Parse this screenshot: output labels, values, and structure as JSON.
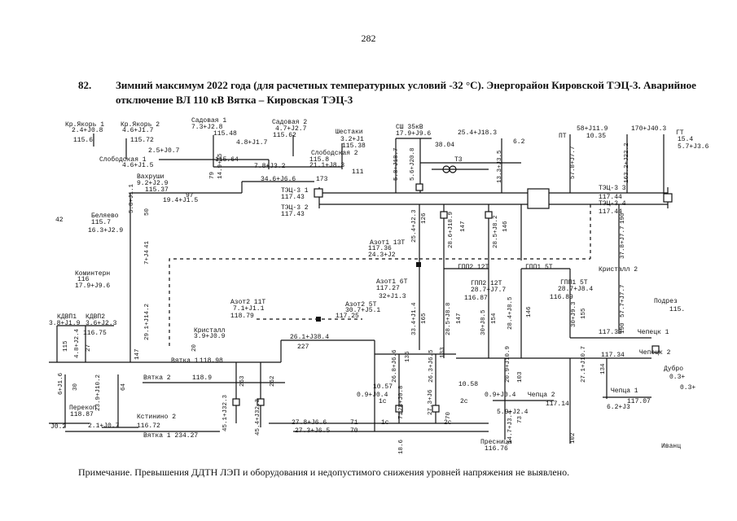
{
  "page": {
    "page_number": "282",
    "heading_number": "82.",
    "heading_text": "Зимний максимум 2022 года (для расчетных температурных условий -32 °С). Энергорайон Кировской ТЭЦ-3. Аварийное отключение ВЛ 110 кВ Вятка – Кировская ТЭЦ-3",
    "note": "Примечание. Превышения ДДТН ЛЭП и оборудования и недопустимого снижения уровней напряжения не выявлено."
  },
  "diagram": {
    "labels": [
      {
        "id": "kr_yakor1",
        "text": "Кр.Якорь 1"
      },
      {
        "id": "kr_yakor1_load",
        "text": "2.4+J0.8"
      },
      {
        "id": "kr_yakor1_u",
        "text": "115.6"
      },
      {
        "id": "kr_yakor2",
        "text": "Кр.Якорь 2"
      },
      {
        "id": "kr_yakor2_load",
        "text": "4.6+J1.7"
      },
      {
        "id": "kr_yakor2_u",
        "text": "115.72"
      },
      {
        "id": "sadovaya1",
        "text": "Садовая 1"
      },
      {
        "id": "sadovaya1_load",
        "text": "7.3+J2.8"
      },
      {
        "id": "sadovaya1_u",
        "text": "115.48"
      },
      {
        "id": "sadovaya2",
        "text": "Садовая 2"
      },
      {
        "id": "sadovaya2_load",
        "text": "4.7+J2.7"
      },
      {
        "id": "sadovaya2_u",
        "text": "115.62"
      },
      {
        "id": "shestaki",
        "text": "Шестаки"
      },
      {
        "id": "shestaki_load",
        "text": "3.2+J1"
      },
      {
        "id": "shestaki_u",
        "text": "115.38"
      },
      {
        "id": "shch",
        "text": "СШ 35кВ"
      },
      {
        "id": "shch_load",
        "text": "17.9+J9.6"
      },
      {
        "id": "shch_38",
        "text": "38.04"
      },
      {
        "id": "flow_254",
        "text": "25.4+J18.3"
      },
      {
        "id": "val_62",
        "text": "6.2"
      },
      {
        "id": "t3",
        "text": "Т3"
      },
      {
        "id": "pt_load",
        "text": "58+J11.9"
      },
      {
        "id": "pt",
        "text": "ПТ"
      },
      {
        "id": "pt_u",
        "text": "10.35"
      },
      {
        "id": "gt_load",
        "text": "170+J40.3"
      },
      {
        "id": "gt",
        "text": "ГТ"
      },
      {
        "id": "gt_u",
        "text": "15.4"
      },
      {
        "id": "gt_flow",
        "text": "5.7+J3.6"
      },
      {
        "id": "flow_25",
        "text": "2.5+J0.7"
      },
      {
        "id": "flow_48",
        "text": "4.8+J1.7"
      },
      {
        "id": "slobodskaya1",
        "text": "Слободская 1"
      },
      {
        "id": "slobodskaya1_load",
        "text": "4.6+J1.5"
      },
      {
        "id": "u_11564",
        "text": "115.64"
      },
      {
        "id": "flow_78",
        "text": "7.8+J3.2"
      },
      {
        "id": "slobodskaya2",
        "text": "Слободская 2"
      },
      {
        "id": "slobodskaya2_u",
        "text": "115.8"
      },
      {
        "id": "flow_211",
        "text": "21.1+J8.3"
      },
      {
        "id": "val_111",
        "text": "111"
      },
      {
        "id": "v_149",
        "text": "14.9+J5"
      },
      {
        "id": "v_79",
        "text": "79"
      },
      {
        "id": "vakhrushi",
        "text": "Вахруши"
      },
      {
        "id": "vakhrushi_load",
        "text": "9.2+J2.9"
      },
      {
        "id": "vakhrushi_u",
        "text": "115.37"
      },
      {
        "id": "val_97",
        "text": "97"
      },
      {
        "id": "flow_194",
        "text": "19.4+J1.5"
      },
      {
        "id": "flow_346",
        "text": "34.6+J6.6"
      },
      {
        "id": "val_173",
        "text": "173"
      },
      {
        "id": "tec3_1",
        "text": "ТЭЦ-3 1"
      },
      {
        "id": "tec3_1_u",
        "text": "117.43"
      },
      {
        "id": "tec3_2",
        "text": "ТЭЦ-3 2"
      },
      {
        "id": "tec3_2_u",
        "text": "117.43"
      },
      {
        "id": "tec3_3",
        "text": "ТЭЦ-3 3"
      },
      {
        "id": "tec3_3_u",
        "text": "117.44"
      },
      {
        "id": "tec3_4",
        "text": "ТЭЦ-3 4"
      },
      {
        "id": "tec3_4_u",
        "text": "117.44"
      },
      {
        "id": "v_58",
        "text": "5.8+J18.7"
      },
      {
        "id": "v_56",
        "text": "5.6+J20.8"
      },
      {
        "id": "v_133",
        "text": "13.3+J3.5"
      },
      {
        "id": "v_57",
        "text": "57.8+J7.7"
      },
      {
        "id": "v_1632",
        "text": "163.2+J22.2"
      },
      {
        "id": "num_42",
        "text": "42"
      },
      {
        "id": "v_58b",
        "text": "5.8+J1.1"
      },
      {
        "id": "v_50",
        "text": "50"
      },
      {
        "id": "belyaevo",
        "text": "Беляево"
      },
      {
        "id": "belyaevo_u",
        "text": "115.7"
      },
      {
        "id": "belyaevo_load",
        "text": "16.3+J2.9"
      },
      {
        "id": "v_41",
        "text": "41"
      },
      {
        "id": "v_74",
        "text": "7+J4"
      },
      {
        "id": "v_254",
        "text": "25.4+J2.3"
      },
      {
        "id": "v_126",
        "text": "126"
      },
      {
        "id": "v_286",
        "text": "28.6+J18.9"
      },
      {
        "id": "v_147",
        "text": "147"
      },
      {
        "id": "v_285",
        "text": "28.5+J8.2"
      },
      {
        "id": "v_146",
        "text": "146"
      },
      {
        "id": "v_190",
        "text": "190"
      },
      {
        "id": "v_378",
        "text": "37.8+J7.7"
      },
      {
        "id": "azot1_13t",
        "text": "Азот1 13Т"
      },
      {
        "id": "azot1_13t_u",
        "text": "117.36"
      },
      {
        "id": "azot1_13t_load",
        "text": "24.3+J2"
      },
      {
        "id": "gpp2_12t",
        "text": "ГПП2 12Т"
      },
      {
        "id": "gpp1_5t",
        "text": "ГПП1 5Т"
      },
      {
        "id": "kristall2",
        "text": "Кристалл 2"
      },
      {
        "id": "kominterny",
        "text": "Коминтерн"
      },
      {
        "id": "kominterny_u",
        "text": "116"
      },
      {
        "id": "kominterny_load",
        "text": "17.9+J9.6"
      },
      {
        "id": "azot1_6t",
        "text": "Азот1 6Т"
      },
      {
        "id": "azot1_6t_u",
        "text": "117.27"
      },
      {
        "id": "azot1_6t_load",
        "text": "32+J1.3"
      },
      {
        "id": "gpp2_12t_b",
        "text": "ГПП2 12Т"
      },
      {
        "id": "gpp2_12t_b_load",
        "text": "28.7+J7.7"
      },
      {
        "id": "gpp2_12t_b_u",
        "text": "116.87"
      },
      {
        "id": "gpp1_5t_b",
        "text": "ГПП1 5Т"
      },
      {
        "id": "gpp1_5t_b_load",
        "text": "28.7+J8.4"
      },
      {
        "id": "gpp1_5t_b_u",
        "text": "116.89"
      },
      {
        "id": "podrez",
        "text": "Подрез"
      },
      {
        "id": "podrez_u",
        "text": "115."
      },
      {
        "id": "v_577",
        "text": "57.7+J7.7"
      },
      {
        "id": "kdvp1",
        "text": "КДВП1"
      },
      {
        "id": "kdvp2",
        "text": "КДВП2"
      },
      {
        "id": "kdvp_load1",
        "text": "3.8+J1.9"
      },
      {
        "id": "kdvp_load2",
        "text": "3.6+J2.3"
      },
      {
        "id": "kdvp_u",
        "text": "116.75"
      },
      {
        "id": "v_115",
        "text": "115"
      },
      {
        "id": "v_48",
        "text": "4.8+J2.4"
      },
      {
        "id": "v_27",
        "text": "27"
      },
      {
        "id": "v_147b",
        "text": "147"
      },
      {
        "id": "v_29",
        "text": "29.1+J14.2"
      },
      {
        "id": "azot2_11t",
        "text": "Азот2 11Т"
      },
      {
        "id": "azot2_11t_load",
        "text": "7.1+J1.1"
      },
      {
        "id": "azot2_11t_u",
        "text": "118.79"
      },
      {
        "id": "azot2_5t",
        "text": "Азот2 5Т"
      },
      {
        "id": "azot2_5t_load",
        "text": "30.7+J5.1"
      },
      {
        "id": "azot2_5t_u",
        "text": "117.25"
      },
      {
        "id": "v_334",
        "text": "33.4+J1.4"
      },
      {
        "id": "v_165",
        "text": "165"
      },
      {
        "id": "v_285b",
        "text": "28.5+J8.8"
      },
      {
        "id": "v_147c",
        "text": "147"
      },
      {
        "id": "v_301",
        "text": "30+J8.5"
      },
      {
        "id": "v_154",
        "text": "154"
      },
      {
        "id": "v_284",
        "text": "28.4+J8.5"
      },
      {
        "id": "v_146b",
        "text": "146"
      },
      {
        "id": "v_309",
        "text": "30+J9.3"
      },
      {
        "id": "v_155",
        "text": "155"
      },
      {
        "id": "u_11733",
        "text": "117.33"
      },
      {
        "id": "v_190b",
        "text": "190"
      },
      {
        "id": "chepetsk1",
        "text": "Чепецк 1"
      },
      {
        "id": "kristall",
        "text": "Кристалл"
      },
      {
        "id": "kristall_load",
        "text": "3.9+J0.9"
      },
      {
        "id": "v_20",
        "text": "20"
      },
      {
        "id": "flow_261",
        "text": "26.1+J38.4"
      },
      {
        "id": "val_227",
        "text": "227"
      },
      {
        "id": "vyatka1",
        "text": "Вятка 1"
      },
      {
        "id": "vyatka1_u",
        "text": "118.98"
      },
      {
        "id": "v_136",
        "text": "136"
      },
      {
        "id": "v_133b",
        "text": "133"
      },
      {
        "id": "u_11734",
        "text": "117.34"
      },
      {
        "id": "chepetsk2",
        "text": "Чепецк 2"
      },
      {
        "id": "dubrovo",
        "text": "Дубро"
      },
      {
        "id": "dubrovo_load",
        "text": "0.3+"
      },
      {
        "id": "v_61",
        "text": "6+J1.6"
      },
      {
        "id": "v_30",
        "text": "30"
      },
      {
        "id": "v_239",
        "text": "23.9+J10.2"
      },
      {
        "id": "v_64",
        "text": "64"
      },
      {
        "id": "vyatka2",
        "text": "Вятка 2"
      },
      {
        "id": "vyatka2_u",
        "text": "118.9"
      },
      {
        "id": "v_263",
        "text": "263"
      },
      {
        "id": "v_262",
        "text": "262"
      },
      {
        "id": "v_268",
        "text": "26.8+J6.6"
      },
      {
        "id": "v_263b",
        "text": "26.3+J6.5"
      },
      {
        "id": "v_209",
        "text": "20.9+J10.9"
      },
      {
        "id": "v_103",
        "text": "103"
      },
      {
        "id": "v_271",
        "text": "27.1+J10.7"
      },
      {
        "id": "v_134",
        "text": "134"
      },
      {
        "id": "u_1057",
        "text": "10.57"
      },
      {
        "id": "flow_09a",
        "text": "0.9+J0.4"
      },
      {
        "id": "val_1c",
        "text": "1с"
      },
      {
        "id": "u_1058",
        "text": "10.58"
      },
      {
        "id": "flow_09b",
        "text": "0.9+J0.4"
      },
      {
        "id": "val_2c",
        "text": "2с"
      },
      {
        "id": "chepets2",
        "text": "Чепца 2"
      },
      {
        "id": "chepets2_u",
        "text": "117.14"
      },
      {
        "id": "chepets1",
        "text": "Чепца 1"
      },
      {
        "id": "chepets1_u",
        "text": "117.07"
      },
      {
        "id": "chepets1_load",
        "text": "6.2+J3"
      },
      {
        "id": "dubrovo_load2",
        "text": "0.3+"
      },
      {
        "id": "perekop",
        "text": "Перекоп"
      },
      {
        "id": "perekop_u",
        "text": "118.87"
      },
      {
        "id": "perekop_load",
        "text": "J0.2"
      },
      {
        "id": "kstinino2",
        "text": "Кстинино 2"
      },
      {
        "id": "kstinino2_load",
        "text": "2.1+J0.7"
      },
      {
        "id": "kstinino2_u",
        "text": "116.72"
      },
      {
        "id": "v_451",
        "text": "45.1+J32.3"
      },
      {
        "id": "v_454",
        "text": "45.4+J32.3"
      },
      {
        "id": "v_281",
        "text": "28+J0.8"
      },
      {
        "id": "v_71",
        "text": "71"
      },
      {
        "id": "v_273",
        "text": "27.3+J6"
      },
      {
        "id": "v_70",
        "text": "70"
      },
      {
        "id": "val_1c2",
        "text": "1с"
      },
      {
        "id": "val_2c2",
        "text": "2с"
      },
      {
        "id": "v_59",
        "text": "5.9+J2.4"
      },
      {
        "id": "v_147d",
        "text": "14.7+J3.4"
      },
      {
        "id": "v_73",
        "text": "73"
      },
      {
        "id": "flow_278",
        "text": "27.8+J6.6"
      },
      {
        "id": "val_71b",
        "text": "71"
      },
      {
        "id": "flow_273",
        "text": "27.3+J6.5"
      },
      {
        "id": "val_70b",
        "text": "70"
      },
      {
        "id": "vyatka_load",
        "text": "Вятка 1 234.27"
      },
      {
        "id": "presnitsa",
        "text": "Пресница"
      },
      {
        "id": "presnitsa_u",
        "text": "116.76"
      },
      {
        "id": "v_186",
        "text": "18.6"
      },
      {
        "id": "v_102",
        "text": "102"
      },
      {
        "id": "ivanci",
        "text": "Иванц"
      }
    ]
  }
}
